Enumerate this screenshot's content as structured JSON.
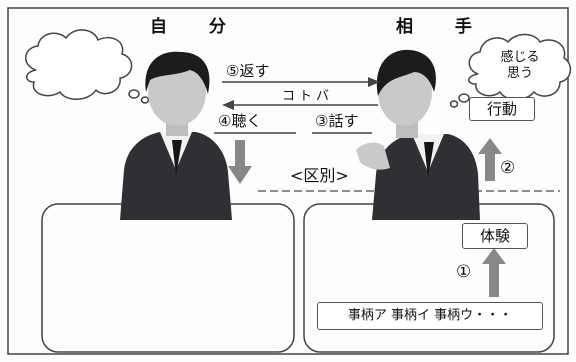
{
  "headers": {
    "self": "自 分",
    "other": "相 手"
  },
  "arrows": {
    "return": "⑤返す",
    "kotoba": "コトバ",
    "listen": "④聴く",
    "speak": "③話す"
  },
  "thought": {
    "feel": "感じる",
    "think": "思う"
  },
  "boxes": {
    "action": "行動",
    "experience": "体験",
    "matters": "事柄ア 事柄イ 事柄ウ・・・"
  },
  "distinction": "<区別>",
  "steps": {
    "one": "①",
    "two": "②"
  },
  "colors": {
    "line": "#444444",
    "gray_arrow": "#888888",
    "suit": "#2f3034",
    "hair": "#1c1c1c",
    "skin": "#c9c9c9"
  }
}
